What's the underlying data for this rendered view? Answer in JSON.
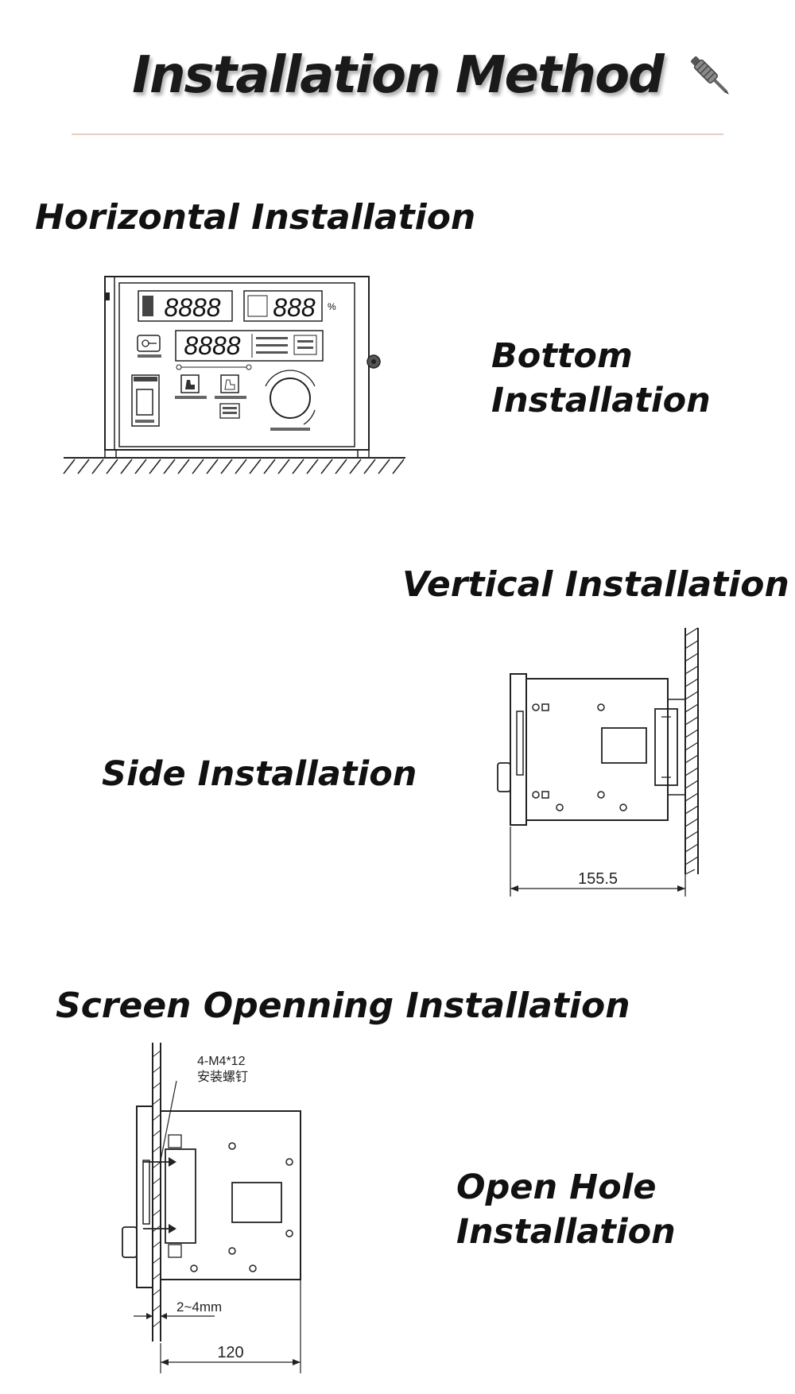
{
  "header": {
    "title": "Installation Method"
  },
  "sections": {
    "horizontal": {
      "heading": "Horizontal Installation",
      "caption_line1": "Bottom",
      "caption_line2": "Installation",
      "panel": {
        "display_top_left": "8888",
        "display_top_right": "888",
        "display_middle": "8888",
        "percent_sign": "%"
      }
    },
    "vertical": {
      "heading": "Vertical Installation",
      "caption": "Side Installation",
      "dimension": "155.5"
    },
    "screen": {
      "heading": "Screen Openning Installation",
      "caption_line1": "Open Hole",
      "caption_line2": "Installation",
      "screw_spec": "4-M4*12",
      "screw_note": "安装螺钉",
      "panel_thickness": "2~4mm",
      "depth": "120"
    }
  },
  "icons": {
    "header_icon": "screwdriver-icon"
  }
}
